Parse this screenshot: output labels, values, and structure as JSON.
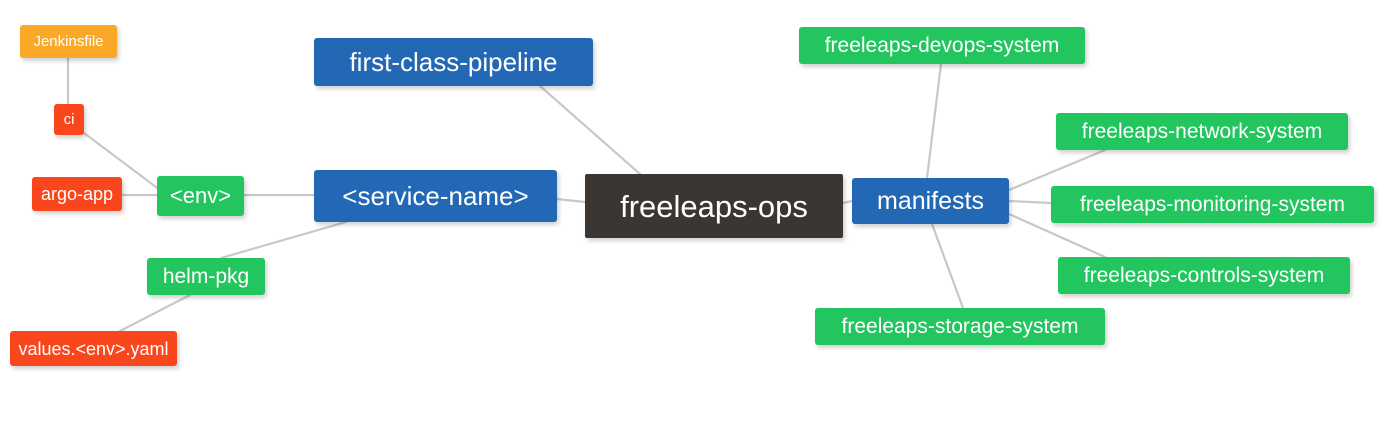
{
  "diagram": {
    "type": "mind-map",
    "background_color": "#ffffff",
    "edge_color": "#c8c8c8",
    "root": {
      "id": "freeleaps-ops",
      "label": "freeleaps-ops",
      "color": "#3c3633"
    },
    "nodes": [
      {
        "id": "first-class-pipeline",
        "label": "first-class-pipeline",
        "color": "#2368b4"
      },
      {
        "id": "service-name",
        "label": "<service-name>",
        "color": "#2368b4"
      },
      {
        "id": "env",
        "label": "<env>",
        "color": "#22c55e"
      },
      {
        "id": "ci",
        "label": "ci",
        "color": "#f9461c"
      },
      {
        "id": "jenkinsfile",
        "label": "Jenkinsfile",
        "color": "#f9a828"
      },
      {
        "id": "argo-app",
        "label": "argo-app",
        "color": "#f9461c"
      },
      {
        "id": "helm-pkg",
        "label": "helm-pkg",
        "color": "#22c55e"
      },
      {
        "id": "values-env-yaml",
        "label": "values.<env>.yaml",
        "color": "#f9461c"
      },
      {
        "id": "manifests",
        "label": "manifests",
        "color": "#2368b4"
      },
      {
        "id": "freeleaps-devops-system",
        "label": "freeleaps-devops-system",
        "color": "#22c55e"
      },
      {
        "id": "freeleaps-network-system",
        "label": "freeleaps-network-system",
        "color": "#22c55e"
      },
      {
        "id": "freeleaps-monitoring-system",
        "label": "freeleaps-monitoring-system",
        "color": "#22c55e"
      },
      {
        "id": "freeleaps-controls-system",
        "label": "freeleaps-controls-system",
        "color": "#22c55e"
      },
      {
        "id": "freeleaps-storage-system",
        "label": "freeleaps-storage-system",
        "color": "#22c55e"
      }
    ],
    "edges": [
      {
        "from": "freeleaps-ops",
        "to": "first-class-pipeline"
      },
      {
        "from": "freeleaps-ops",
        "to": "service-name"
      },
      {
        "from": "service-name",
        "to": "env"
      },
      {
        "from": "service-name",
        "to": "helm-pkg"
      },
      {
        "from": "env",
        "to": "ci"
      },
      {
        "from": "env",
        "to": "argo-app"
      },
      {
        "from": "ci",
        "to": "jenkinsfile"
      },
      {
        "from": "helm-pkg",
        "to": "values-env-yaml"
      },
      {
        "from": "freeleaps-ops",
        "to": "manifests"
      },
      {
        "from": "manifests",
        "to": "freeleaps-devops-system"
      },
      {
        "from": "manifests",
        "to": "freeleaps-network-system"
      },
      {
        "from": "manifests",
        "to": "freeleaps-monitoring-system"
      },
      {
        "from": "manifests",
        "to": "freeleaps-controls-system"
      },
      {
        "from": "manifests",
        "to": "freeleaps-storage-system"
      }
    ]
  }
}
